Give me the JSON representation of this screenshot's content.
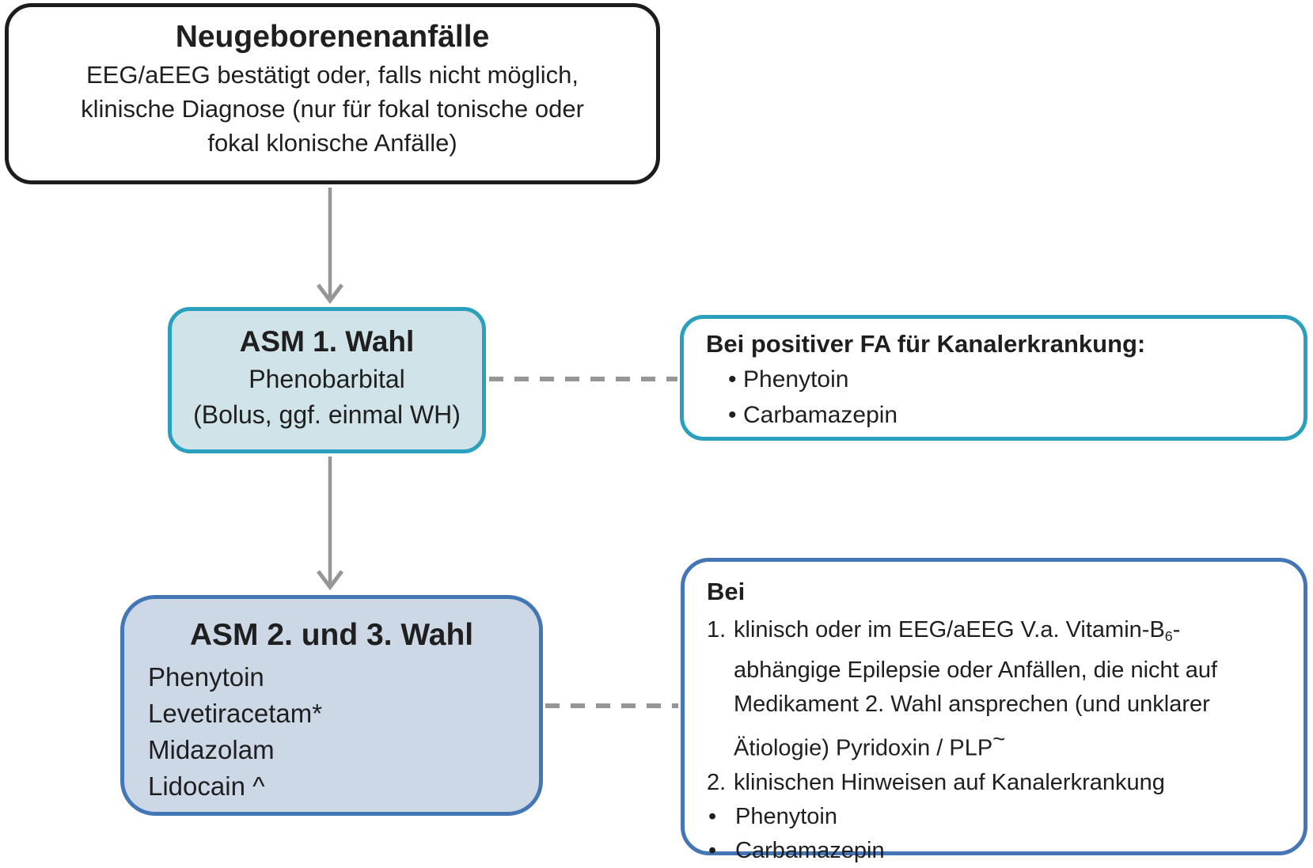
{
  "colors": {
    "start_border": "#1c1c1c",
    "teal_border": "#2aa0be",
    "teal_fill": "#cfe3e9",
    "blue_border": "#4476b6",
    "blue_fill": "#cdd8e6",
    "connector_gray": "#969696",
    "text": "#1f1f1f"
  },
  "start": {
    "title": "Neugeborenenanfälle",
    "body_lines": [
      "EEG/aEEG bestätigt oder, falls nicht möglich,",
      "klinische Diagnose (nur für fokal tonische oder",
      "fokal klonische Anfälle)"
    ]
  },
  "asm1": {
    "title": "ASM 1. Wahl",
    "drug": "Phenobarbital",
    "note": "(Bolus, ggf. einmal WH)"
  },
  "note_kanal": {
    "title": "Bei positiver FA für Kanalerkrankung:",
    "bullets": [
      "Phenytoin",
      "Carbamazepin"
    ]
  },
  "asm23": {
    "title": "ASM 2. und 3. Wahl",
    "drugs": [
      "Phenytoin",
      "Levetiracetam*",
      "Midazolam",
      "Lidocain ^"
    ]
  },
  "note_bei": {
    "title": "Bei",
    "item1": {
      "num": "1.",
      "line1_pre": "klinisch oder im EEG/aEEG V.a. Vitamin-B",
      "line1_sub": "6",
      "line1_post": "-",
      "line2": "abhängige Epilepsie oder Anfällen, die nicht auf",
      "line3": "Medikament 2. Wahl ansprechen (und unklarer",
      "line4_pre": "Ätiologie) Pyridoxin / PLP",
      "line4_sup": "~"
    },
    "item2": {
      "num": "2.",
      "text": "klinischen Hinweisen auf Kanalerkrankung",
      "bullets": [
        "Phenytoin",
        "Carbamazepin"
      ]
    }
  }
}
